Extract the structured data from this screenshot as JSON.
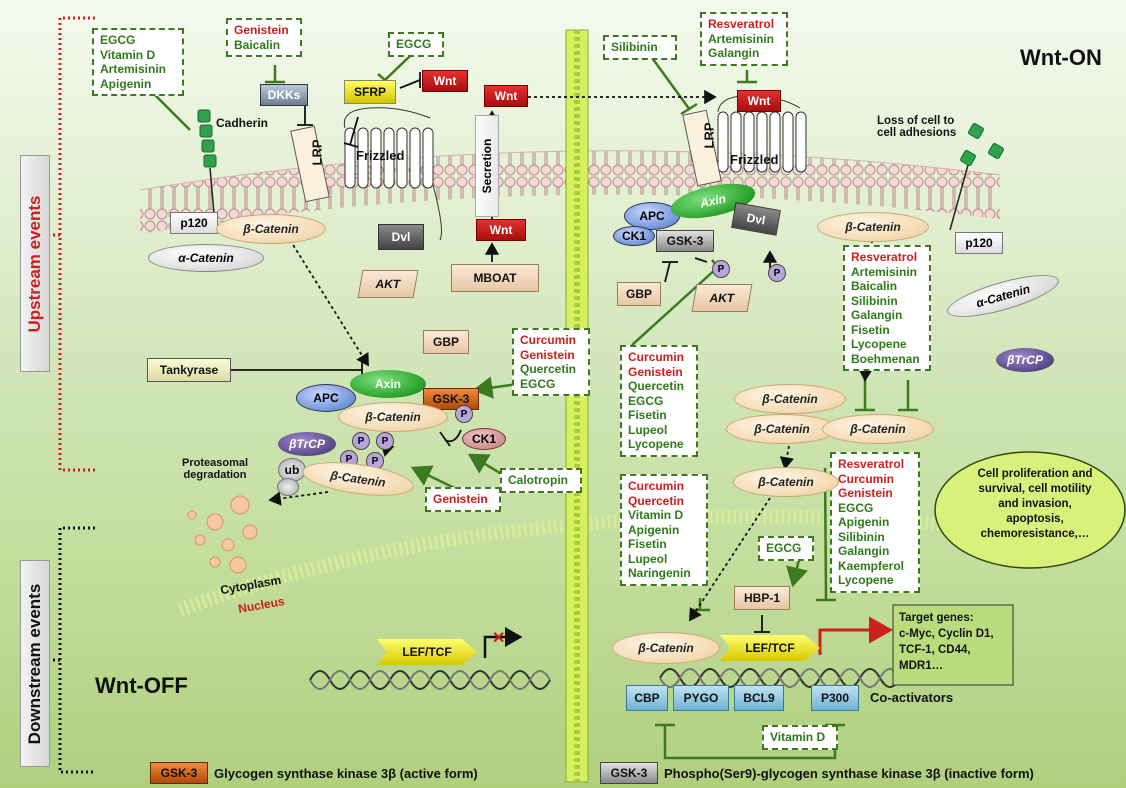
{
  "titles": {
    "wnt_on": "Wnt-ON",
    "wnt_off": "Wnt-OFF"
  },
  "side_labels": {
    "upstream": "Upstream events",
    "downstream": "Downstream events"
  },
  "components": {
    "cadherin": "Cadherin",
    "p120": "p120",
    "beta_catenin": "β-Catenin",
    "alpha_catenin": "α-Catenin",
    "dkks": "DKKs",
    "lrp": "LRP",
    "frizzled": "Frizzled",
    "sfrp": "SFRP",
    "wnt": "Wnt",
    "dvl": "Dvl",
    "akt": "AKT",
    "mboat": "MBOAT",
    "secretion": "Secretion",
    "gbp": "GBP",
    "tankyrase": "Tankyrase",
    "axin": "Axin",
    "apc": "APC",
    "gsk3": "GSK-3",
    "ck1": "CK1",
    "btrcp": "βTrCP",
    "p": "P",
    "ub": "ub",
    "proteasomal": "Proteasomal\ndegradation",
    "cytoplasm": "Cytoplasm",
    "nucleus": "Nucleus",
    "lef_tcf": "LEF/TCF",
    "hbp1": "HBP-1",
    "cbp": "CBP",
    "pygo": "PYGO",
    "bcl9": "BCL9",
    "p300": "P300",
    "coactivators": "Co-activators",
    "loss_adhesion": "Loss of cell to\ncell adhesions"
  },
  "drug_boxes": {
    "box1": {
      "red": [],
      "green": [
        "EGCG",
        "Vitamin D",
        "Artemisinin",
        "Apigenin"
      ]
    },
    "box2": {
      "red": [
        "Genistein"
      ],
      "green": [
        "Baicalin"
      ]
    },
    "box3": {
      "red": [],
      "green": [
        "EGCG"
      ]
    },
    "box4": {
      "red": [
        "Curcumin",
        "Genistein"
      ],
      "green": [
        "Quercetin",
        "EGCG"
      ]
    },
    "box5": {
      "red": [
        "Genistein"
      ],
      "green": []
    },
    "box6": {
      "red": [],
      "green": [
        "Calotropin"
      ]
    },
    "box7": {
      "red": [],
      "green": [
        "Silibinin"
      ]
    },
    "box8": {
      "red": [
        "Resveratrol"
      ],
      "green": [
        "Artemisinin",
        "Galangin"
      ]
    },
    "box9": {
      "red": [
        "Curcumin",
        "Genistein"
      ],
      "green": [
        "Quercetin",
        "EGCG",
        "Fisetin",
        "Lupeol",
        "Lycopene"
      ]
    },
    "box10": {
      "red": [
        "Resveratrol"
      ],
      "green": [
        "Artemisinin",
        "Baicalin",
        "Silibinin",
        "Galangin",
        "Fisetin",
        "Lycopene",
        "Boehmenan"
      ]
    },
    "box11": {
      "red": [
        "Curcumin",
        "Quercetin"
      ],
      "green": [
        "Vitamin D",
        "Apigenin",
        "Fisetin",
        "Lupeol",
        "Naringenin"
      ]
    },
    "box12": {
      "red": [],
      "green": [
        "EGCG"
      ]
    },
    "box13": {
      "red": [
        "Resveratrol",
        "Curcumin",
        "Genistein"
      ],
      "green": [
        "EGCG",
        "Apigenin",
        "Silibinin",
        "Galangin",
        "Kaempferol",
        "Lycopene"
      ]
    },
    "box14": {
      "red": [],
      "green": [
        "Vitamin D"
      ]
    }
  },
  "outcome": "Cell proliferation and\nsurvival, cell motility\nand invasion,\napoptosis,\nchemoresistance,…",
  "target_genes": "Target genes:\nc-Myc, Cyclin D1,\nTCF-1, CD44,\nMDR1…",
  "legend": {
    "gsk_active": "Glycogen synthase kinase 3β (active form)",
    "gsk_inactive": "Phospho(Ser9)-glycogen synthase kinase 3β (inactive form)"
  },
  "colors": {
    "red_drug": "#cc1f1f",
    "green_drug": "#2f7a1a",
    "wnt": "#c41a1a",
    "axin": "#3bb33b",
    "apc": "#6a8fd6",
    "gsk_active": "#d2691e",
    "btrcp": "#4a3a7a",
    "p_circle": "#b7a6de"
  }
}
